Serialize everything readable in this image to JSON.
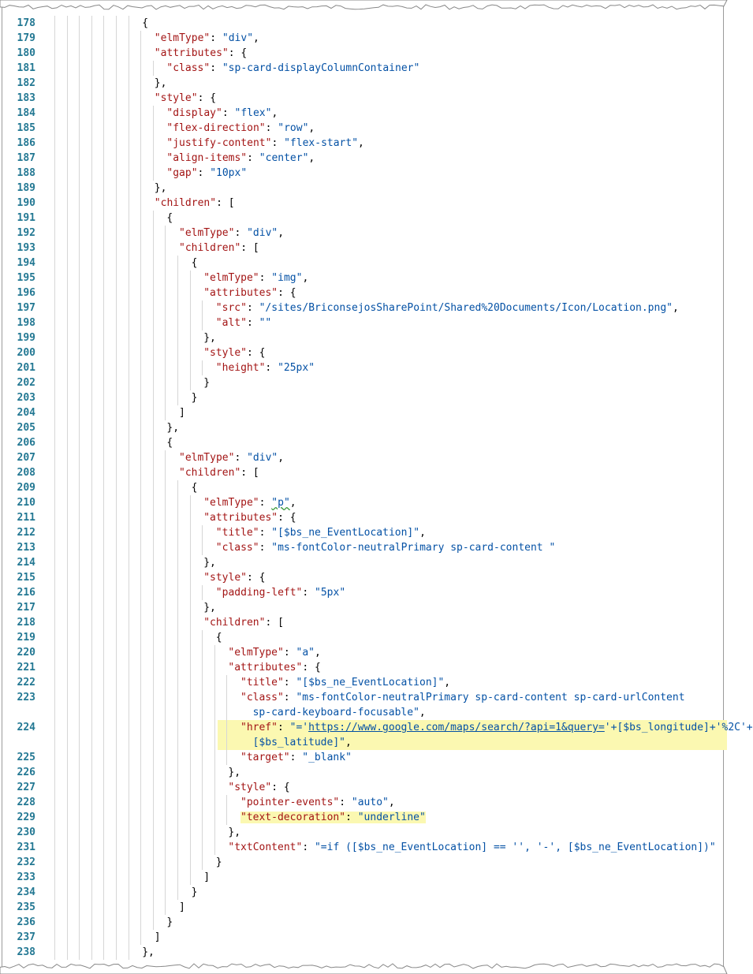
{
  "editor": {
    "language": "json",
    "colors": {
      "line_number": "#237893",
      "key": "#a31515",
      "string": "#0451a5",
      "highlight": "#fbf8b1",
      "indent_guide": "#d6d6d6"
    },
    "lines": [
      {
        "n": "178",
        "ind": 7,
        "t": [
          [
            "p",
            "{"
          ]
        ]
      },
      {
        "n": "179",
        "ind": 8,
        "t": [
          [
            "k",
            "\"elmType\""
          ],
          [
            "p",
            ": "
          ],
          [
            "s",
            "\"div\""
          ],
          [
            "p",
            ","
          ]
        ]
      },
      {
        "n": "180",
        "ind": 8,
        "t": [
          [
            "k",
            "\"attributes\""
          ],
          [
            "p",
            ": {"
          ]
        ]
      },
      {
        "n": "181",
        "ind": 9,
        "t": [
          [
            "k",
            "\"class\""
          ],
          [
            "p",
            ": "
          ],
          [
            "s",
            "\"sp-card-displayColumnContainer\""
          ]
        ]
      },
      {
        "n": "182",
        "ind": 8,
        "t": [
          [
            "p",
            "},"
          ]
        ]
      },
      {
        "n": "183",
        "ind": 8,
        "t": [
          [
            "k",
            "\"style\""
          ],
          [
            "p",
            ": {"
          ]
        ]
      },
      {
        "n": "184",
        "ind": 9,
        "t": [
          [
            "k",
            "\"display\""
          ],
          [
            "p",
            ": "
          ],
          [
            "s",
            "\"flex\""
          ],
          [
            "p",
            ","
          ]
        ]
      },
      {
        "n": "185",
        "ind": 9,
        "t": [
          [
            "k",
            "\"flex-direction\""
          ],
          [
            "p",
            ": "
          ],
          [
            "s",
            "\"row\""
          ],
          [
            "p",
            ","
          ]
        ]
      },
      {
        "n": "186",
        "ind": 9,
        "t": [
          [
            "k",
            "\"justify-content\""
          ],
          [
            "p",
            ": "
          ],
          [
            "s",
            "\"flex-start\""
          ],
          [
            "p",
            ","
          ]
        ]
      },
      {
        "n": "187",
        "ind": 9,
        "t": [
          [
            "k",
            "\"align-items\""
          ],
          [
            "p",
            ": "
          ],
          [
            "s",
            "\"center\""
          ],
          [
            "p",
            ","
          ]
        ]
      },
      {
        "n": "188",
        "ind": 9,
        "t": [
          [
            "k",
            "\"gap\""
          ],
          [
            "p",
            ": "
          ],
          [
            "s",
            "\"10px\""
          ]
        ]
      },
      {
        "n": "189",
        "ind": 8,
        "t": [
          [
            "p",
            "},"
          ]
        ]
      },
      {
        "n": "190",
        "ind": 8,
        "t": [
          [
            "k",
            "\"children\""
          ],
          [
            "p",
            ": ["
          ]
        ]
      },
      {
        "n": "191",
        "ind": 9,
        "t": [
          [
            "p",
            "{"
          ]
        ]
      },
      {
        "n": "192",
        "ind": 10,
        "t": [
          [
            "k",
            "\"elmType\""
          ],
          [
            "p",
            ": "
          ],
          [
            "s",
            "\"div\""
          ],
          [
            "p",
            ","
          ]
        ]
      },
      {
        "n": "193",
        "ind": 10,
        "t": [
          [
            "k",
            "\"children\""
          ],
          [
            "p",
            ": ["
          ]
        ]
      },
      {
        "n": "194",
        "ind": 11,
        "t": [
          [
            "p",
            "{"
          ]
        ]
      },
      {
        "n": "195",
        "ind": 12,
        "t": [
          [
            "k",
            "\"elmType\""
          ],
          [
            "p",
            ": "
          ],
          [
            "s",
            "\"img\""
          ],
          [
            "p",
            ","
          ]
        ]
      },
      {
        "n": "196",
        "ind": 12,
        "t": [
          [
            "k",
            "\"attributes\""
          ],
          [
            "p",
            ": {"
          ]
        ]
      },
      {
        "n": "197",
        "ind": 13,
        "t": [
          [
            "k",
            "\"src\""
          ],
          [
            "p",
            ": "
          ],
          [
            "s",
            "\"/sites/BriconsejosSharePoint/Shared%20Documents/Icon/Location.png\""
          ],
          [
            "p",
            ","
          ]
        ]
      },
      {
        "n": "198",
        "ind": 13,
        "t": [
          [
            "k",
            "\"alt\""
          ],
          [
            "p",
            ": "
          ],
          [
            "s",
            "\"\""
          ]
        ]
      },
      {
        "n": "199",
        "ind": 12,
        "t": [
          [
            "p",
            "},"
          ]
        ]
      },
      {
        "n": "200",
        "ind": 12,
        "t": [
          [
            "k",
            "\"style\""
          ],
          [
            "p",
            ": {"
          ]
        ]
      },
      {
        "n": "201",
        "ind": 13,
        "t": [
          [
            "k",
            "\"height\""
          ],
          [
            "p",
            ": "
          ],
          [
            "s",
            "\"25px\""
          ]
        ]
      },
      {
        "n": "202",
        "ind": 12,
        "t": [
          [
            "p",
            "}"
          ]
        ]
      },
      {
        "n": "203",
        "ind": 11,
        "t": [
          [
            "p",
            "}"
          ]
        ]
      },
      {
        "n": "204",
        "ind": 10,
        "t": [
          [
            "p",
            "]"
          ]
        ]
      },
      {
        "n": "205",
        "ind": 9,
        "t": [
          [
            "p",
            "},"
          ]
        ]
      },
      {
        "n": "206",
        "ind": 9,
        "t": [
          [
            "p",
            "{"
          ]
        ]
      },
      {
        "n": "207",
        "ind": 10,
        "t": [
          [
            "k",
            "\"elmType\""
          ],
          [
            "p",
            ": "
          ],
          [
            "s",
            "\"div\""
          ],
          [
            "p",
            ","
          ]
        ]
      },
      {
        "n": "208",
        "ind": 10,
        "t": [
          [
            "k",
            "\"children\""
          ],
          [
            "p",
            ": ["
          ]
        ]
      },
      {
        "n": "209",
        "ind": 11,
        "t": [
          [
            "p",
            "{"
          ]
        ]
      },
      {
        "n": "210",
        "ind": 12,
        "t": [
          [
            "k",
            "\"elmType\""
          ],
          [
            "p",
            ": "
          ],
          [
            "s",
            "\"p\"",
            "squig"
          ],
          [
            "p",
            ","
          ]
        ]
      },
      {
        "n": "211",
        "ind": 12,
        "t": [
          [
            "k",
            "\"attributes\""
          ],
          [
            "p",
            ": {"
          ]
        ]
      },
      {
        "n": "212",
        "ind": 13,
        "t": [
          [
            "k",
            "\"title\""
          ],
          [
            "p",
            ": "
          ],
          [
            "s",
            "\"[$bs_ne_EventLocation]\""
          ],
          [
            "p",
            ","
          ]
        ]
      },
      {
        "n": "213",
        "ind": 13,
        "t": [
          [
            "k",
            "\"class\""
          ],
          [
            "p",
            ": "
          ],
          [
            "s",
            "\"ms-fontColor-neutralPrimary sp-card-content \""
          ]
        ]
      },
      {
        "n": "214",
        "ind": 12,
        "t": [
          [
            "p",
            "},"
          ]
        ]
      },
      {
        "n": "215",
        "ind": 12,
        "t": [
          [
            "k",
            "\"style\""
          ],
          [
            "p",
            ": {"
          ]
        ]
      },
      {
        "n": "216",
        "ind": 13,
        "t": [
          [
            "k",
            "\"padding-left\""
          ],
          [
            "p",
            ": "
          ],
          [
            "s",
            "\"5px\""
          ]
        ]
      },
      {
        "n": "217",
        "ind": 12,
        "t": [
          [
            "p",
            "},"
          ]
        ]
      },
      {
        "n": "218",
        "ind": 12,
        "t": [
          [
            "k",
            "\"children\""
          ],
          [
            "p",
            ": ["
          ]
        ]
      },
      {
        "n": "219",
        "ind": 13,
        "t": [
          [
            "p",
            "{"
          ]
        ]
      },
      {
        "n": "220",
        "ind": 14,
        "t": [
          [
            "k",
            "\"elmType\""
          ],
          [
            "p",
            ": "
          ],
          [
            "s",
            "\"a\""
          ],
          [
            "p",
            ","
          ]
        ]
      },
      {
        "n": "221",
        "ind": 14,
        "t": [
          [
            "k",
            "\"attributes\""
          ],
          [
            "p",
            ": {"
          ]
        ]
      },
      {
        "n": "222",
        "ind": 15,
        "t": [
          [
            "k",
            "\"title\""
          ],
          [
            "p",
            ": "
          ],
          [
            "s",
            "\"[$bs_ne_EventLocation]\""
          ],
          [
            "p",
            ","
          ]
        ]
      },
      {
        "n": "223",
        "ind": 15,
        "wrap": true,
        "t": [
          [
            "k",
            "\"class\""
          ],
          [
            "p",
            ": "
          ],
          [
            "s",
            "\"ms-fontColor-neutralPrimary sp-card-content sp-card-urlContent"
          ]
        ],
        "t2": [
          [
            "s",
            "sp-card-keyboard-focusable\""
          ],
          [
            "p",
            ","
          ]
        ]
      },
      {
        "n": "224",
        "ind": 15,
        "wrap": true,
        "hl": true,
        "t": [
          [
            "k",
            "\"href\""
          ],
          [
            "p",
            ": "
          ],
          [
            "s",
            "\"='"
          ],
          [
            "s",
            "https://www.google.com/maps/search/?api=1&query=",
            "ul"
          ],
          [
            "s",
            "'+[$bs_longitude]+'%2C'+"
          ]
        ],
        "t2": [
          [
            "s",
            "[$bs_latitude]\""
          ],
          [
            "p",
            ","
          ]
        ]
      },
      {
        "n": "225",
        "ind": 15,
        "t": [
          [
            "k",
            "\"target\""
          ],
          [
            "p",
            ": "
          ],
          [
            "s",
            "\"_blank\""
          ]
        ]
      },
      {
        "n": "226",
        "ind": 14,
        "t": [
          [
            "p",
            "},"
          ]
        ]
      },
      {
        "n": "227",
        "ind": 14,
        "t": [
          [
            "k",
            "\"style\""
          ],
          [
            "p",
            ": {"
          ]
        ]
      },
      {
        "n": "228",
        "ind": 15,
        "t": [
          [
            "k",
            "\"pointer-events\""
          ],
          [
            "p",
            ": "
          ],
          [
            "s",
            "\"auto\""
          ],
          [
            "p",
            ","
          ]
        ]
      },
      {
        "n": "229",
        "ind": 15,
        "hl2": true,
        "t": [
          [
            "k",
            "\"text-decoration\""
          ],
          [
            "p",
            ": "
          ],
          [
            "s",
            "\"underline\""
          ]
        ]
      },
      {
        "n": "230",
        "ind": 14,
        "t": [
          [
            "p",
            "},"
          ]
        ]
      },
      {
        "n": "231",
        "ind": 14,
        "t": [
          [
            "k",
            "\"txtContent\""
          ],
          [
            "p",
            ": "
          ],
          [
            "s",
            "\"=if ([$bs_ne_EventLocation] == '', '-', [$bs_ne_EventLocation])\""
          ]
        ]
      },
      {
        "n": "232",
        "ind": 13,
        "t": [
          [
            "p",
            "}"
          ]
        ]
      },
      {
        "n": "233",
        "ind": 12,
        "t": [
          [
            "p",
            "]"
          ]
        ]
      },
      {
        "n": "234",
        "ind": 11,
        "t": [
          [
            "p",
            "}"
          ]
        ]
      },
      {
        "n": "235",
        "ind": 10,
        "t": [
          [
            "p",
            "]"
          ]
        ]
      },
      {
        "n": "236",
        "ind": 9,
        "t": [
          [
            "p",
            "}"
          ]
        ]
      },
      {
        "n": "237",
        "ind": 8,
        "t": [
          [
            "p",
            "]"
          ]
        ]
      },
      {
        "n": "238",
        "ind": 7,
        "t": [
          [
            "p",
            "},"
          ]
        ]
      }
    ]
  }
}
